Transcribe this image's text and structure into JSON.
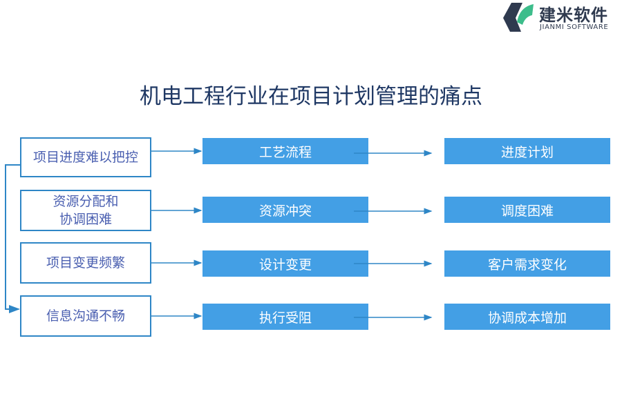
{
  "logo": {
    "name_cn": "建米软件",
    "name_en": "JIANMI SOFTWARE"
  },
  "title": "机电工程行业在项目计划管理的痛点",
  "rows": [
    {
      "problem": "项目进度难以把控",
      "cause": "工艺流程",
      "effect": "进度计划"
    },
    {
      "problem": "资源分配和\n协调困难",
      "problem_lines": [
        "资源分配和",
        "协调困难"
      ],
      "cause": "资源冲突",
      "effect": "调度困难"
    },
    {
      "problem": "项目变更频繁",
      "cause": "设计变更",
      "effect": "客户需求变化"
    },
    {
      "problem": "信息沟通不畅",
      "cause": "执行受阻",
      "effect": "协调成本增加"
    }
  ],
  "colors": {
    "title": "#1f3864",
    "box_border": "#2e86c6",
    "box_fill": "#439fe5",
    "problem_text": "#4a5fb0",
    "arrow": "#2e86c6"
  }
}
